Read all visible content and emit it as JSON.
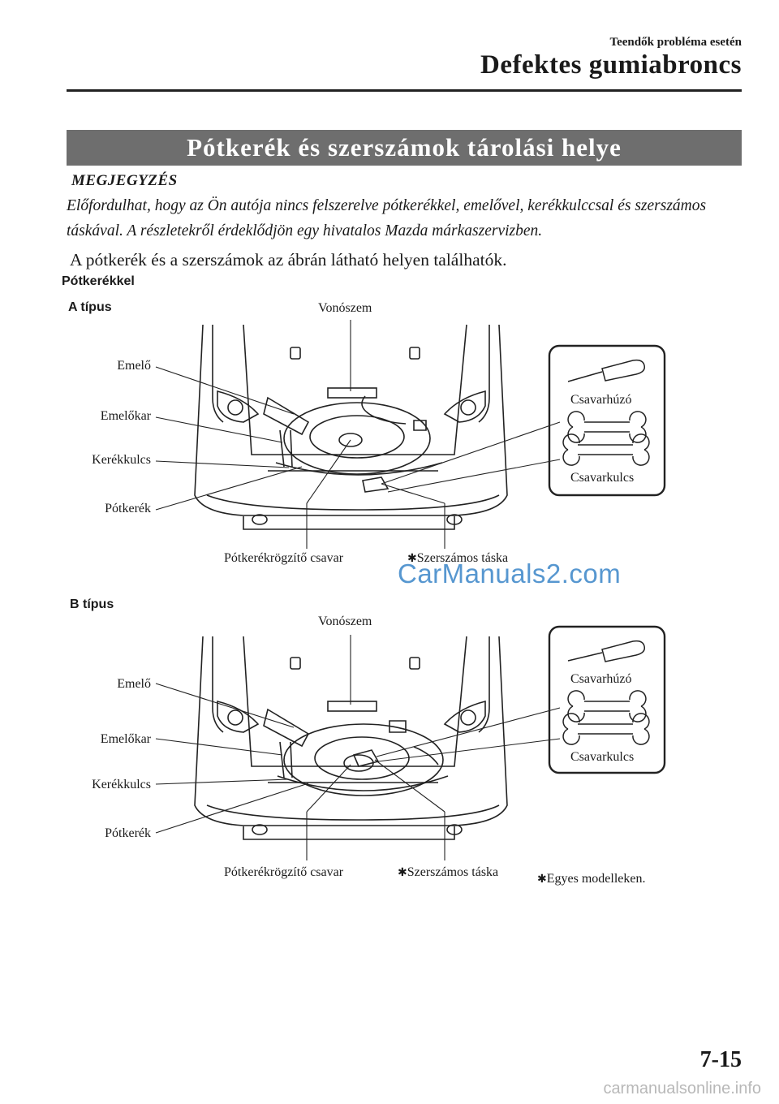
{
  "header": {
    "section": "Teendők probléma esetén",
    "chapter": "Defektes gumiabroncs"
  },
  "section_title": "Pótkerék és szerszámok tárolási helye",
  "note": {
    "heading": "MEGJEGYZÉS",
    "text": "Előfordulhat, hogy az Ön autója nincs felszerelve pótkerékkel, emelővel, kerékkulccsal és szerszámos táskával. A részletekről érdeklődjön egy hivatalos Mazda márkaszervizben."
  },
  "intro": "A pótkerék és a szerszámok az ábrán látható helyen találhatók.",
  "subsection": "Pótkerékkel",
  "star_symbol": "✱",
  "diagrams": [
    {
      "type_label": "A típus",
      "labels": {
        "hook": "Vonószem",
        "jack": "Emelő",
        "jack_handle": "Emelőkar",
        "lug_wrench": "Kerékkulcs",
        "spare_tire": "Pótkerék",
        "bolt": "Pótkerékrögzítő csavar",
        "tool_bag": "Szerszámos táska",
        "screwdriver": "Csavarhúzó",
        "spanner": "Csavarkulcs"
      }
    },
    {
      "type_label": "B típus",
      "labels": {
        "hook": "Vonószem",
        "jack": "Emelő",
        "jack_handle": "Emelőkar",
        "lug_wrench": "Kerékkulcs",
        "spare_tire": "Pótkerék",
        "bolt": "Pótkerékrögzítő csavar",
        "tool_bag": "Szerszámos táska",
        "screwdriver": "Csavarhúzó",
        "spanner": "Csavarkulcs"
      }
    }
  ],
  "footnote": "Egyes modelleken.",
  "watermark": "CarManuals2.com",
  "page_number": "7-15",
  "site": "carmanualsonline.info",
  "colors": {
    "title_bar": "#6e6e6e",
    "watermark": "#3a86c8"
  }
}
